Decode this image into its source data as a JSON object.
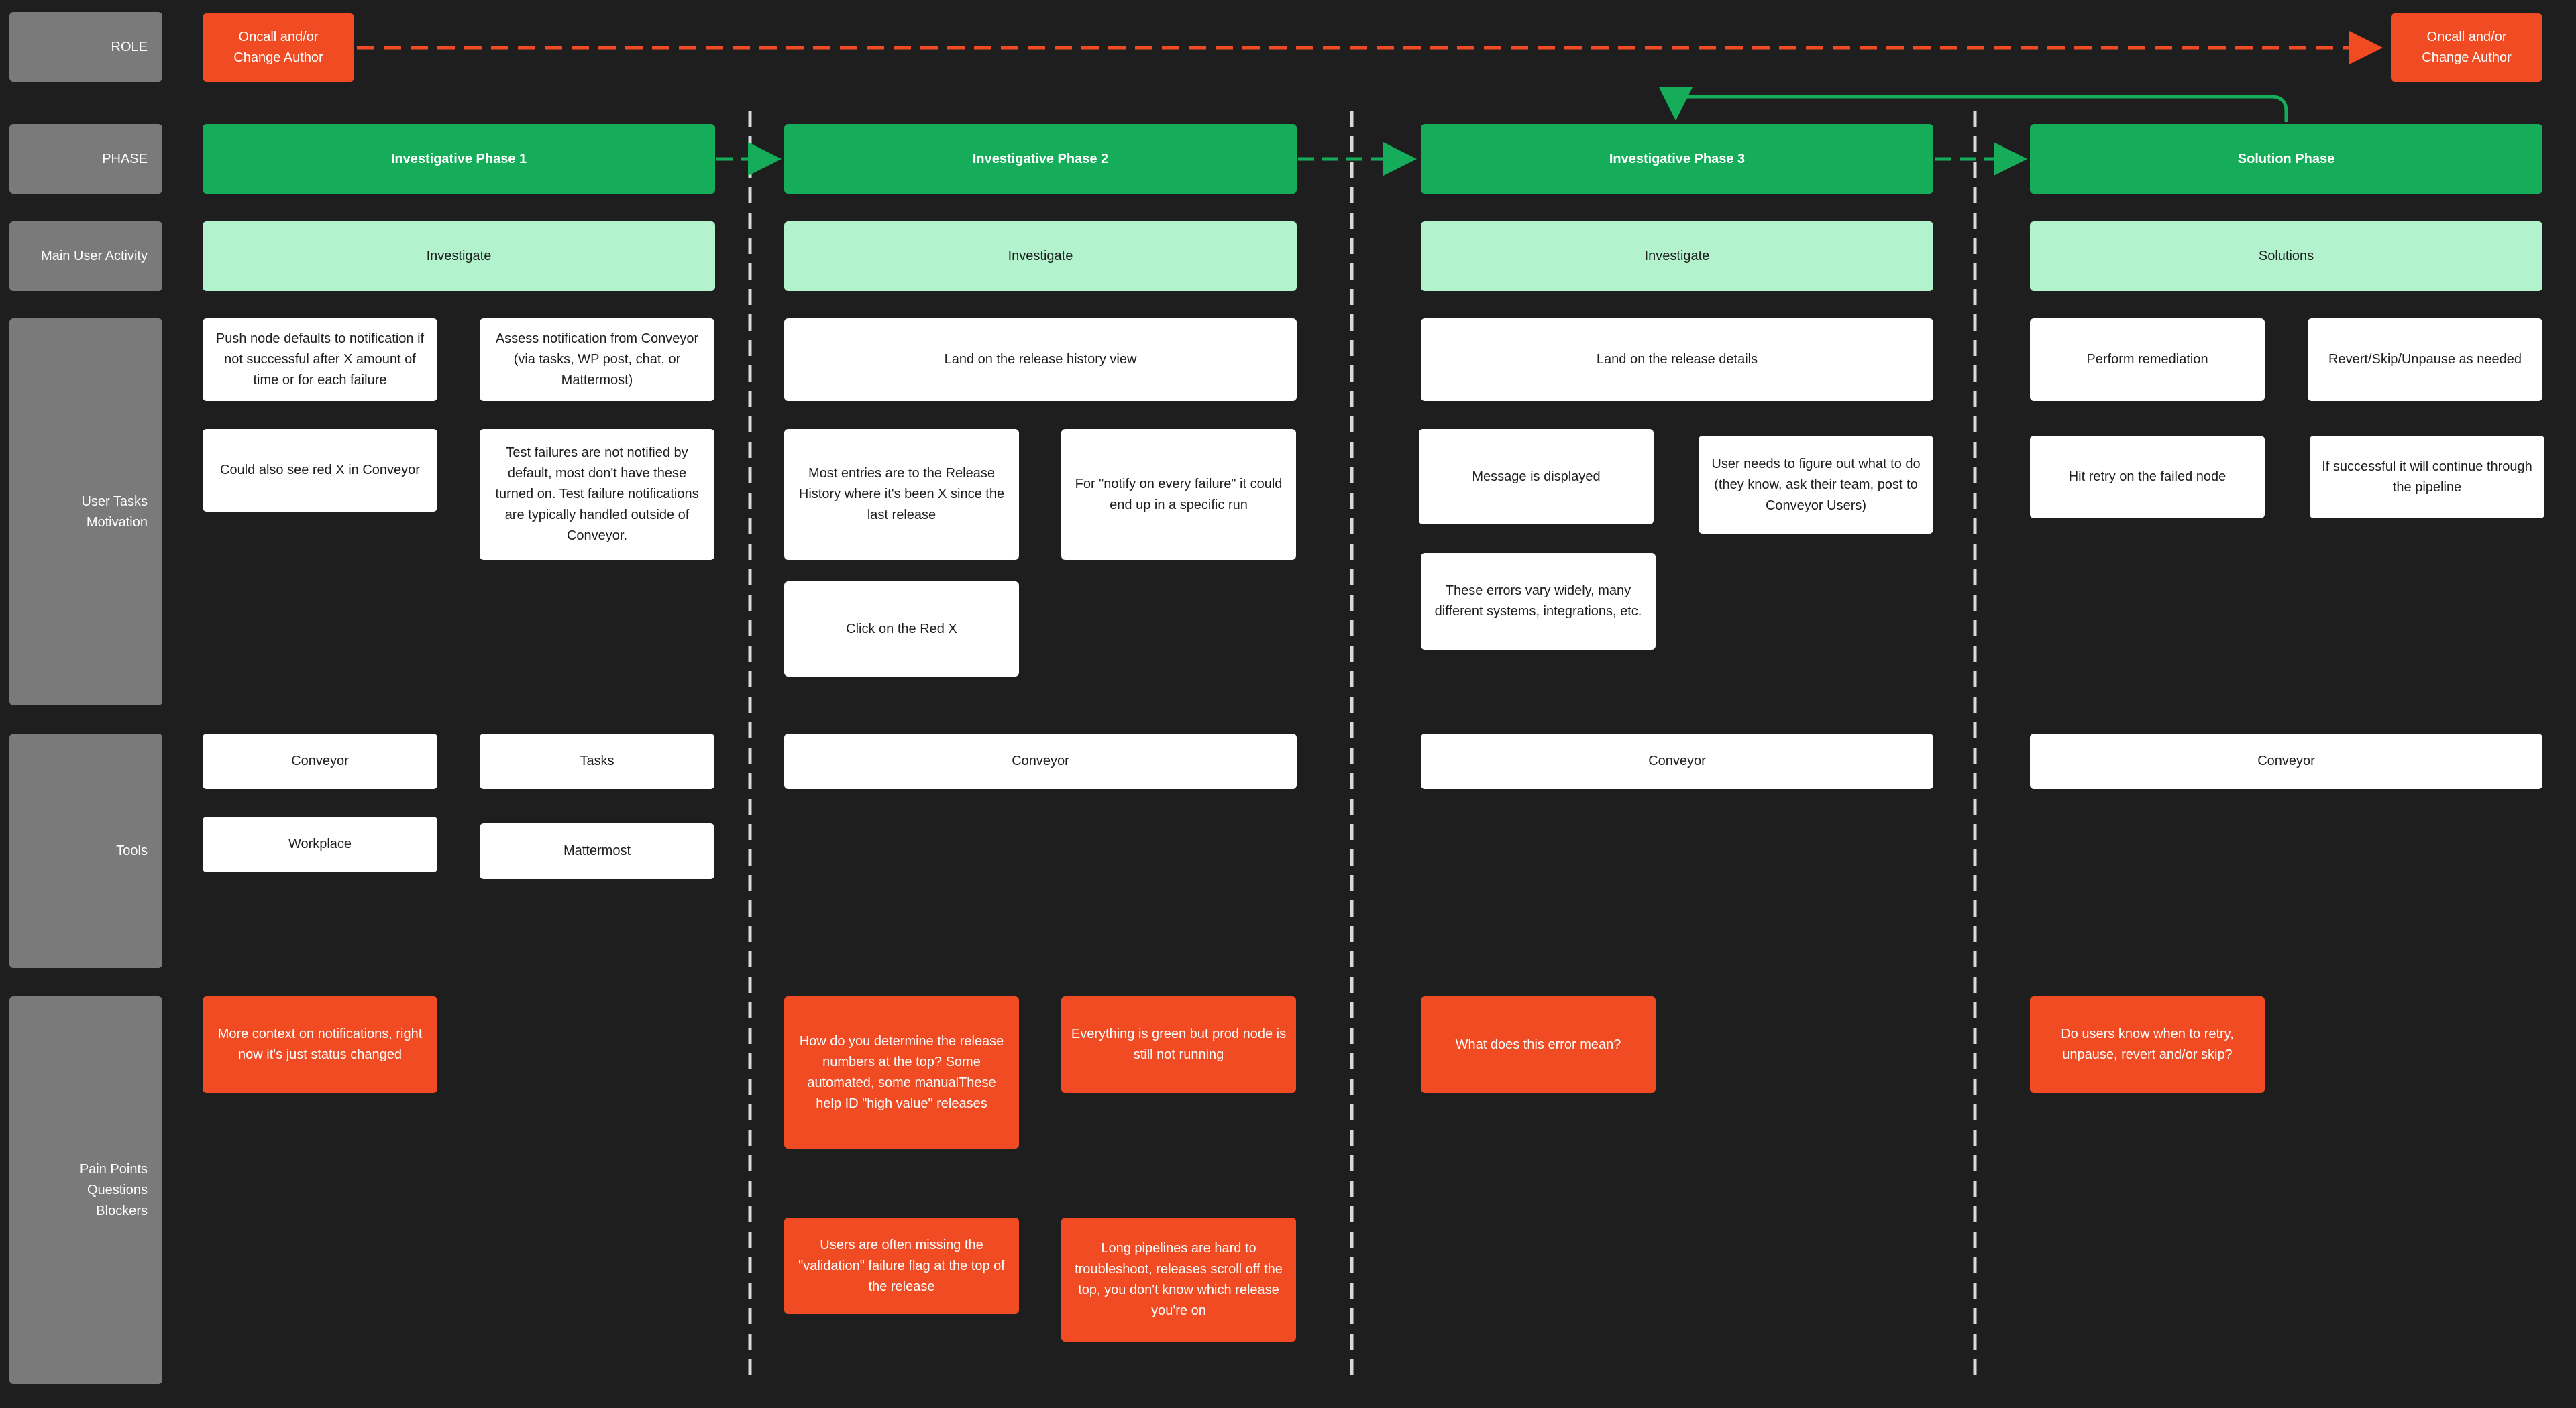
{
  "row_labels": {
    "role": "ROLE",
    "phase": "PHASE",
    "activity": "Main User Activity",
    "tasks": "User Tasks\nMotivation",
    "tools": "Tools",
    "pain": "Pain Points\nQuestions\nBlockers"
  },
  "roles": {
    "start": "Oncall and/or\nChange Author",
    "end": "Oncall and/or\nChange Author"
  },
  "phases": [
    "Investigative Phase 1",
    "Investigative Phase 2",
    "Investigative Phase 3",
    "Solution Phase"
  ],
  "activities": [
    "Investigate",
    "Investigate",
    "Investigate",
    "Solutions"
  ],
  "tasks": {
    "p1": [
      "Push node defaults to notification if not successful  after X amount of time or for each failure",
      "Assess notification from Conveyor (via tasks, WP post, chat, or Mattermost)",
      "Could also see red X in Conveyor",
      "Test failures are not notified by default, most don't have these turned on. Test failure notifications are typically handled outside of Conveyor."
    ],
    "p2": [
      "Land on the release history view",
      "Most entries are to the Release History where it's been X since the last release",
      "For \"notify on every failure\" it could end up in a specific run",
      "Click on the Red X"
    ],
    "p3": [
      "Land on the release details",
      "Message is displayed",
      "User needs to figure out what to do (they know, ask their team, post to Conveyor Users)",
      "These errors vary widely, many different systems, integrations, etc."
    ],
    "p4": [
      "Perform remediation",
      "Revert/Skip/Unpause as needed",
      "Hit retry on the failed node",
      "If successful it will continue through the pipeline"
    ]
  },
  "tools": {
    "p1": [
      "Conveyor",
      "Tasks",
      "Workplace",
      "Mattermost"
    ],
    "p2": [
      "Conveyor"
    ],
    "p3": [
      "Conveyor"
    ],
    "p4": [
      "Conveyor"
    ]
  },
  "pain_points": {
    "p1": [
      "More context on notifications, right now it's just status changed"
    ],
    "p2": [
      "How do you determine the release numbers at the top? Some automated, some manualThese help ID \"high value\" releases",
      "Everything is green but prod node is still not running",
      "Users are often missing the \"validation\" failure flag at the top of the release",
      "Long pipelines are hard to troubleshoot, releases scroll off the top, you don't know which release you're on"
    ],
    "p3": [
      "What does this error mean?"
    ],
    "p4": [
      "Do users know when to retry, unpause, revert and/or skip?"
    ]
  },
  "colors": {
    "background": "#1e1e1e",
    "label": "#7a7a7a",
    "role": "#f04b23",
    "phase": "#15ad5a",
    "activity": "#b2f2cc",
    "note": "#ffffff",
    "pain": "#f04b23",
    "divider": "#d9d9d9"
  }
}
